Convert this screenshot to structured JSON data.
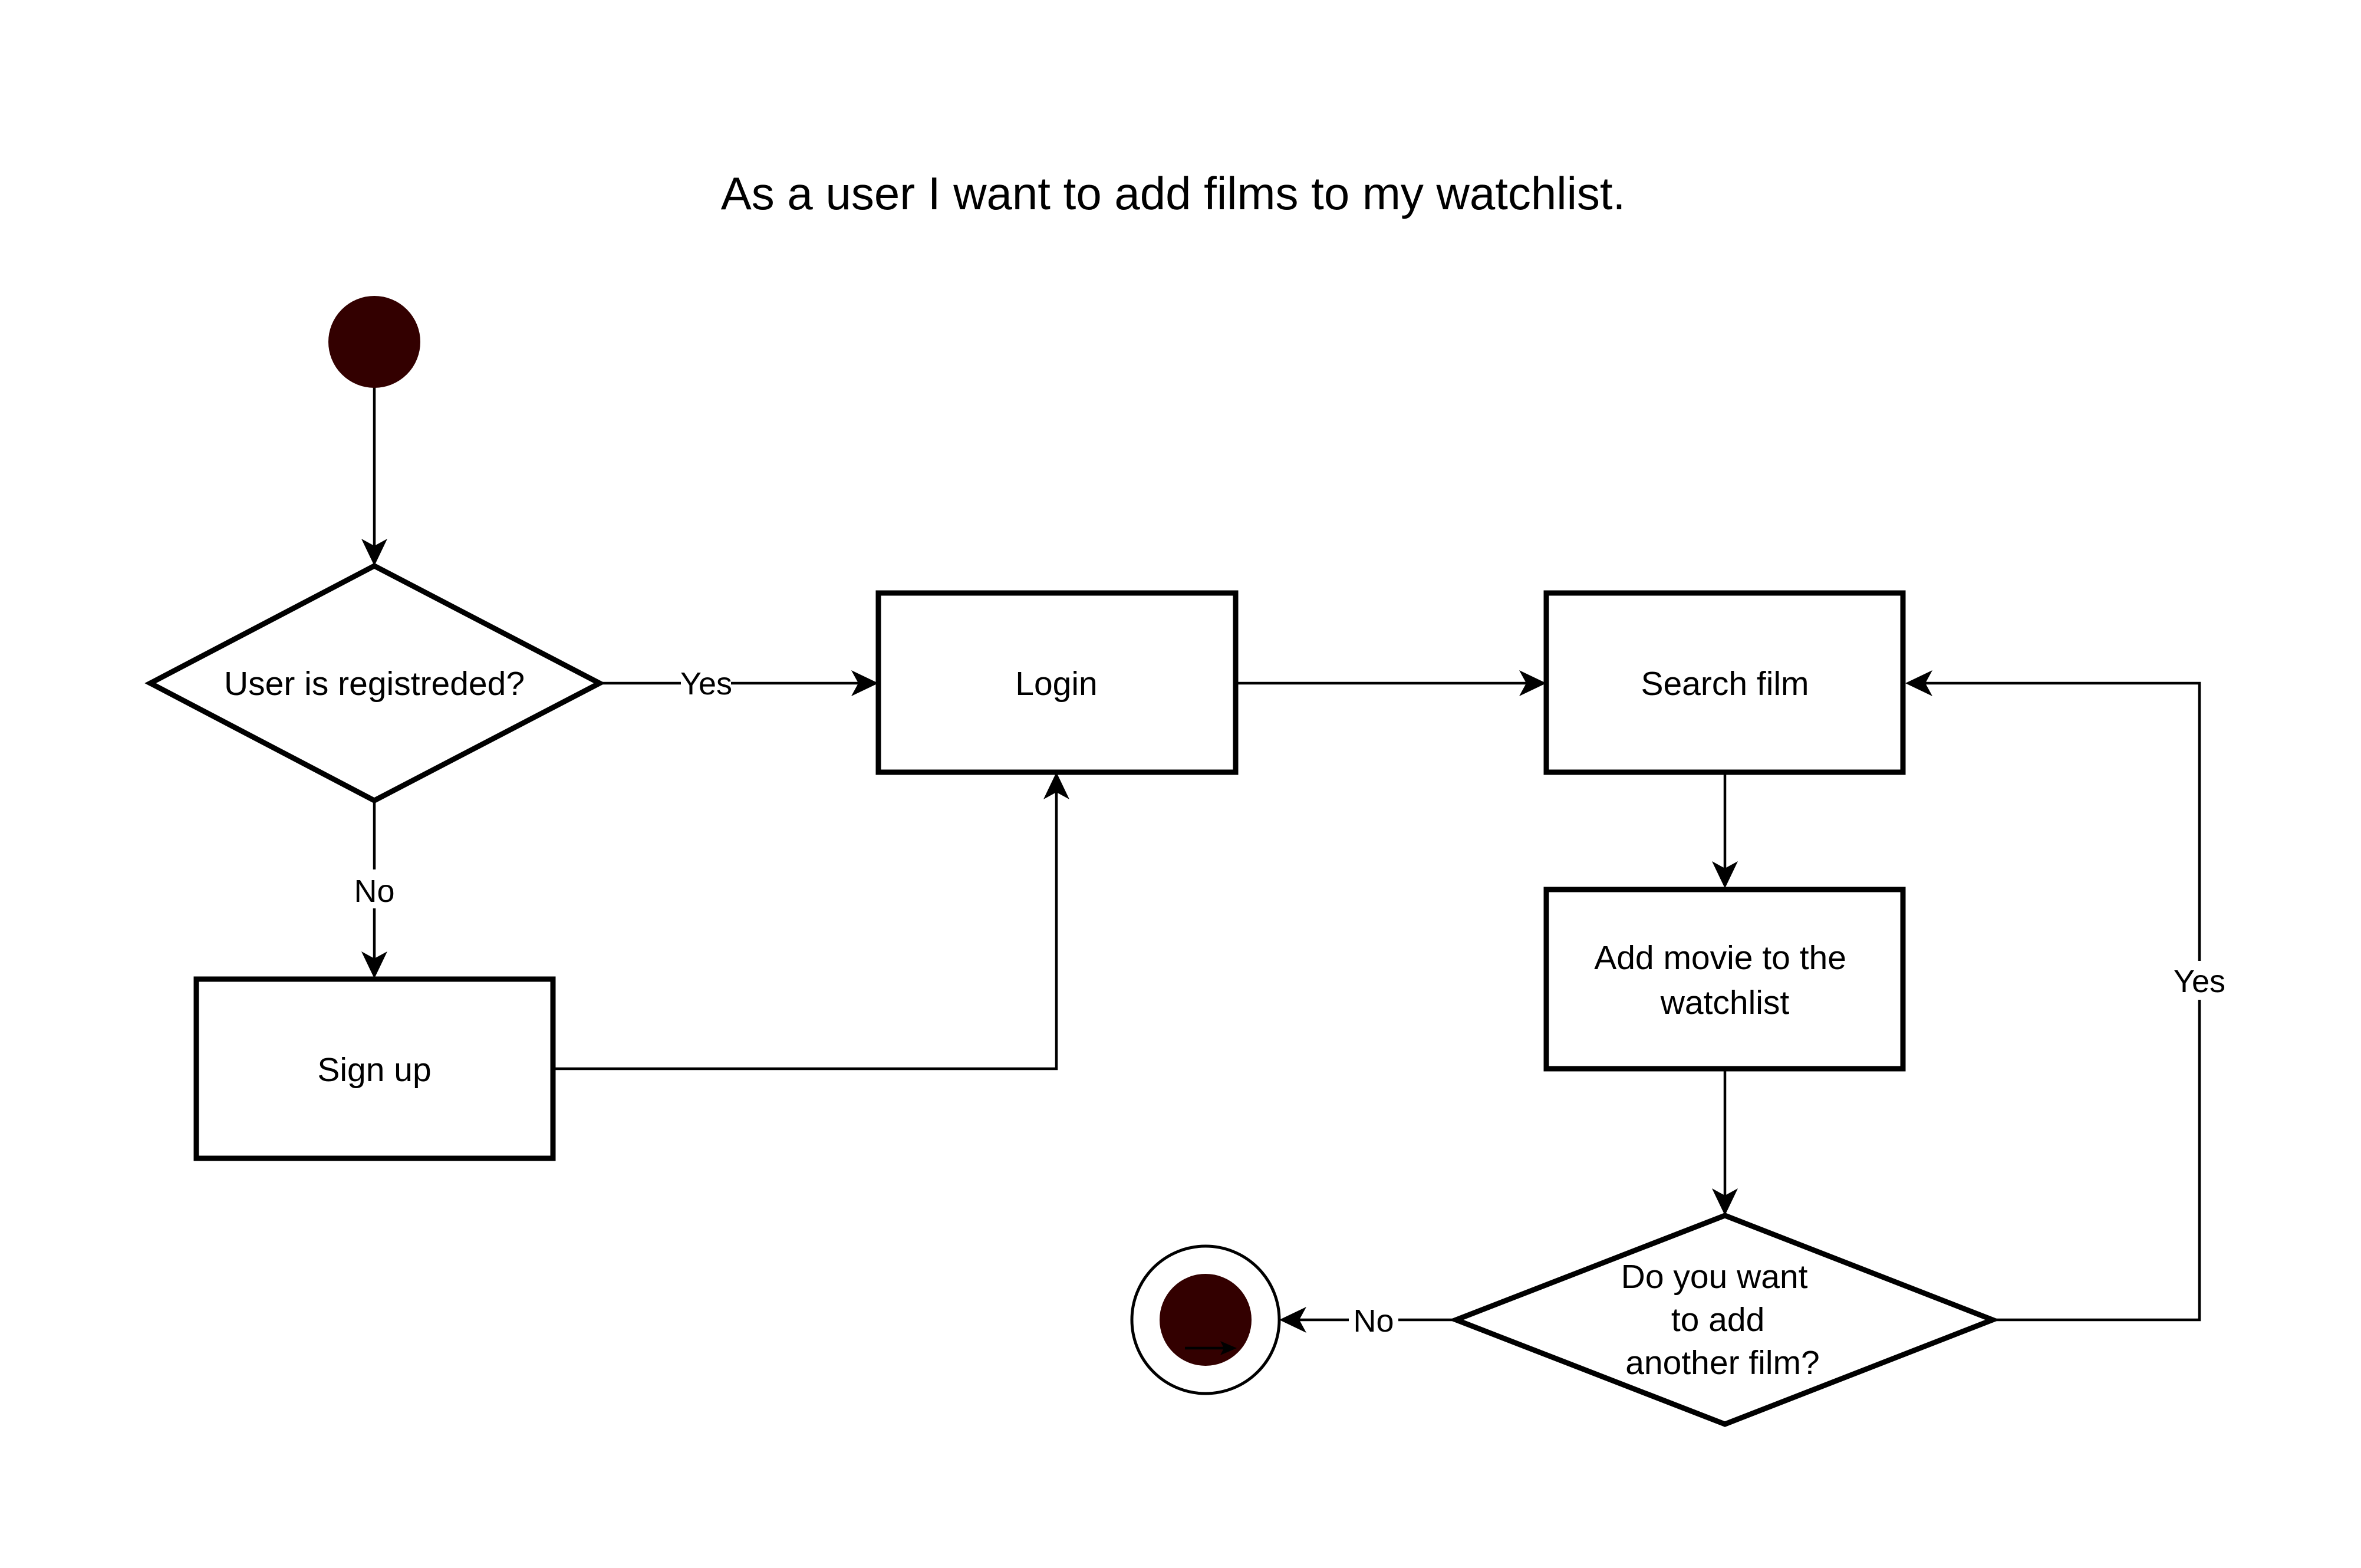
{
  "title": "As a user I want to add films to my watchlist.",
  "colors": {
    "terminal_fill": "#330000",
    "stroke": "#000000",
    "background": "#ffffff"
  },
  "nodes": {
    "start": {
      "kind": "initial-state"
    },
    "registered_decision": {
      "kind": "decision",
      "lines": [
        "User is registreded?"
      ]
    },
    "login": {
      "kind": "process",
      "lines": [
        "Login"
      ]
    },
    "sign_up": {
      "kind": "process",
      "lines": [
        "Sign up"
      ]
    },
    "search_film": {
      "kind": "process",
      "lines": [
        "Search film"
      ]
    },
    "add_movie": {
      "kind": "process",
      "lines": [
        "Add movie to the",
        "watchlist"
      ]
    },
    "another_decision": {
      "kind": "decision",
      "lines": [
        "Do you want",
        "to add",
        "another film?"
      ]
    },
    "end": {
      "kind": "final-state"
    }
  },
  "edges": {
    "start_to_registered": {
      "from": "start",
      "to": "registered_decision",
      "label": ""
    },
    "registered_yes": {
      "from": "registered_decision",
      "to": "login",
      "label": "Yes"
    },
    "registered_no": {
      "from": "registered_decision",
      "to": "sign_up",
      "label": "No"
    },
    "signup_to_login": {
      "from": "sign_up",
      "to": "login",
      "label": ""
    },
    "login_to_search": {
      "from": "login",
      "to": "search_film",
      "label": ""
    },
    "search_to_add": {
      "from": "search_film",
      "to": "add_movie",
      "label": ""
    },
    "add_to_another": {
      "from": "add_movie",
      "to": "another_decision",
      "label": ""
    },
    "another_no": {
      "from": "another_decision",
      "to": "end",
      "label": "No"
    },
    "another_yes": {
      "from": "another_decision",
      "to": "search_film",
      "label": "Yes"
    }
  }
}
